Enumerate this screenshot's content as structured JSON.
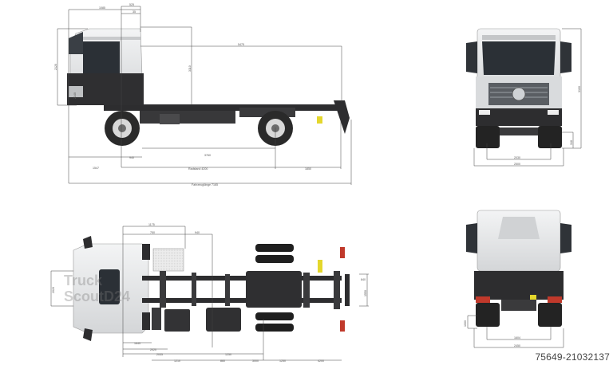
{
  "reference_id": "75649-21032137",
  "watermark": {
    "line1": "Truck",
    "line2": "ScoutD24"
  },
  "side_view": {
    "dims_top": [
      "1085",
      "525",
      "35",
      "5475"
    ],
    "dims_left": [
      "2120",
      "3110",
      "2140"
    ],
    "dims_bottom": [
      "1547",
      "940",
      "3760",
      "Radstand 4200",
      "1850",
      "Fahrzeuglänge 7165"
    ]
  },
  "front_view": {
    "dims_right": [
      "3100",
      "318"
    ],
    "dims_bottom": [
      "2030",
      "2500"
    ]
  },
  "top_view": {
    "dims_top": [
      "1175",
      "750",
      "940"
    ],
    "dims_left": [
      "2020"
    ],
    "dims_right": [
      "840",
      "1550"
    ],
    "dims_bottom": [
      "1645",
      "2020",
      "2035",
      "1210",
      "1250",
      "860",
      "3000",
      "1250",
      "4200"
    ]
  },
  "rear_view": {
    "dims_left": [
      "1000"
    ],
    "dims_bottom": [
      "1604",
      "2450"
    ]
  },
  "colors": {
    "cab": "#e6e7e9",
    "chassis": "#2d2d2f",
    "line": "#444444",
    "warning_yellow": "#e4d72c",
    "tail_light": "#c0392b"
  }
}
